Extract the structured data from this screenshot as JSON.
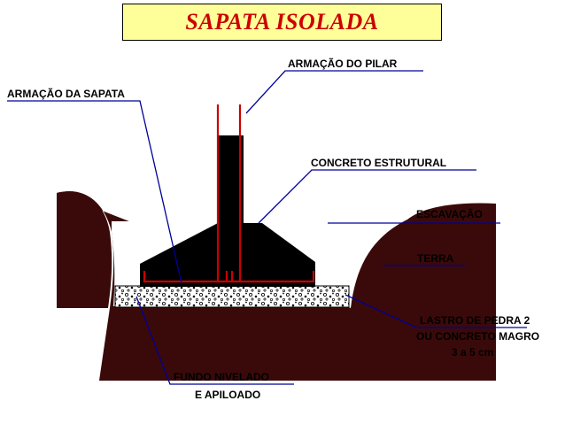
{
  "title": "SAPATA ISOLADA",
  "colors": {
    "title_text": "#cc0000",
    "title_bg": "#ffff99",
    "earth": "#3a0a0a",
    "footing": "#000000",
    "rebar": "#cc0000",
    "leader": "#000099",
    "label_text": "#000000"
  },
  "labels": {
    "armacao_pilar": "ARMAÇÃO DO PILAR",
    "armacao_sapata": "ARMAÇÃO DA SAPATA",
    "concreto_estrutural": "CONCRETO ESTRUTURAL",
    "escavacao": "ESCAVAÇÃO",
    "terra": "TERRA",
    "lastro_line1": "LASTRO DE PEDRA 2",
    "lastro_line2": "OU CONCRETO MAGRO",
    "lastro_line3": "3 a 5 cm",
    "fundo_line1": "FUNDO NIVELADO",
    "fundo_line2": "E APILOADO"
  },
  "icons": {
    "gravel_layer": "gravel-pattern"
  }
}
